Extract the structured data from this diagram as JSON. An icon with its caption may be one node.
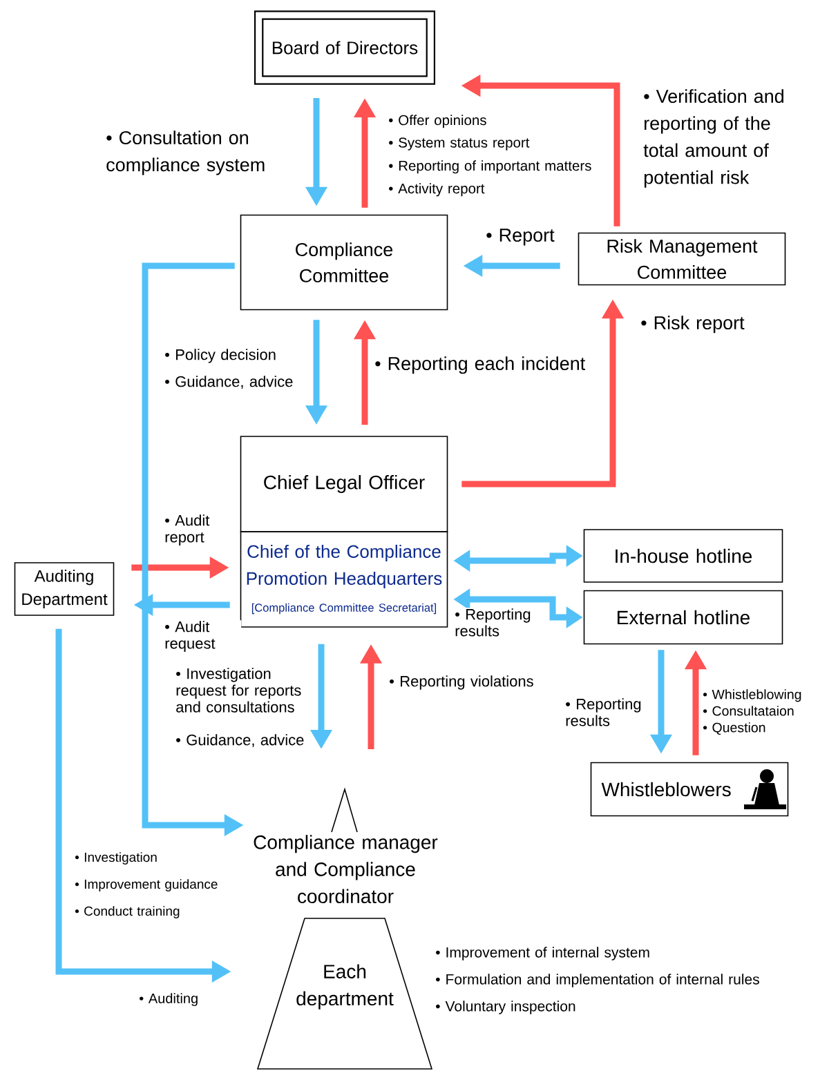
{
  "diagram": {
    "nodes": [
      {
        "text": [
          "Board of Directors"
        ]
      },
      {
        "text": [
          "Compliance Committee"
        ]
      },
      {
        "text": [
          "Risk Management Committee"
        ]
      },
      {
        "text": [
          "Chief Legal Officer"
        ]
      },
      {
        "text": [
          "Chief of the Compliance Promotion Headquarters",
          "[Compliance Committee Secretariat]"
        ]
      },
      {
        "text": [
          "In-house hotline"
        ]
      },
      {
        "text": [
          "External hotline"
        ]
      },
      {
        "text": [
          "Auditing Department"
        ]
      },
      {
        "text": [
          "Whistleblowers"
        ]
      },
      {
        "text": [
          "Compliance manager and Compliance coordinator"
        ]
      },
      {
        "text": [
          "Each department"
        ],
        "beside": [
          "• Improvement of internal system",
          "• Formulation and implementation of internal rules",
          "• Voluntary inspection"
        ]
      }
    ],
    "edges": [
      {
        "from": 0,
        "to": 1,
        "arrow": "to",
        "label": "• Consultation on compliance system"
      },
      {
        "from": 1,
        "to": 0,
        "arrow": "to",
        "color": "#ff5252"
      },
      {
        "from": 2,
        "to": 0,
        "arrow": "to",
        "color": "#ff5252",
        "label": "• Verification and reporting of the total amount of potential risk"
      },
      {
        "from": 2,
        "to": 1,
        "arrow": "to",
        "label": "• Report"
      },
      {
        "from": 1,
        "to": 3,
        "arrow": "to"
      },
      {
        "from": 3,
        "to": 1,
        "arrow": "to",
        "color": "#ff5252",
        "label": "• Reporting each incident"
      },
      {
        "from": 3,
        "to": 2,
        "arrow": "to",
        "color": "#ff5252",
        "label": "• Risk report"
      },
      {
        "from": 7,
        "to": 4,
        "arrow": "to",
        "color": "#ff5252",
        "label": "• Audit report"
      },
      {
        "from": 4,
        "to": 7,
        "arrow": "to",
        "label": "• Audit request"
      },
      {
        "from": 4,
        "to": 5,
        "arrow": "both"
      },
      {
        "from": 4,
        "to": 6,
        "arrow": "both",
        "label": "• Reporting results"
      },
      {
        "from": 4,
        "to": 9,
        "arrow": "to"
      },
      {
        "from": 9,
        "to": 4,
        "arrow": "to",
        "color": "#ff5252",
        "label": "• Reporting violations"
      },
      {
        "from": 6,
        "to": 8,
        "arrow": "to",
        "label": "• Reporting results"
      },
      {
        "from": 8,
        "to": 6,
        "arrow": "to",
        "color": "#ff5252"
      },
      {
        "from": 1,
        "to": 9,
        "arrow": "to"
      },
      {
        "from": 7,
        "to": 10,
        "arrow": "to",
        "label": "• Auditing"
      }
    ],
    "labels": [
      "• Offer opinions",
      "• System status report",
      "• Reporting of important matters",
      "• Activity report",
      "• Policy decision",
      "• Guidance, advice",
      "• Investigation request for reports and consultations",
      "• Guidance, advice",
      "• Whistleblowing",
      "• Consultataion",
      "• Question",
      "• Investigation",
      "• Improvement guidance",
      "• Conduct training"
    ]
  }
}
